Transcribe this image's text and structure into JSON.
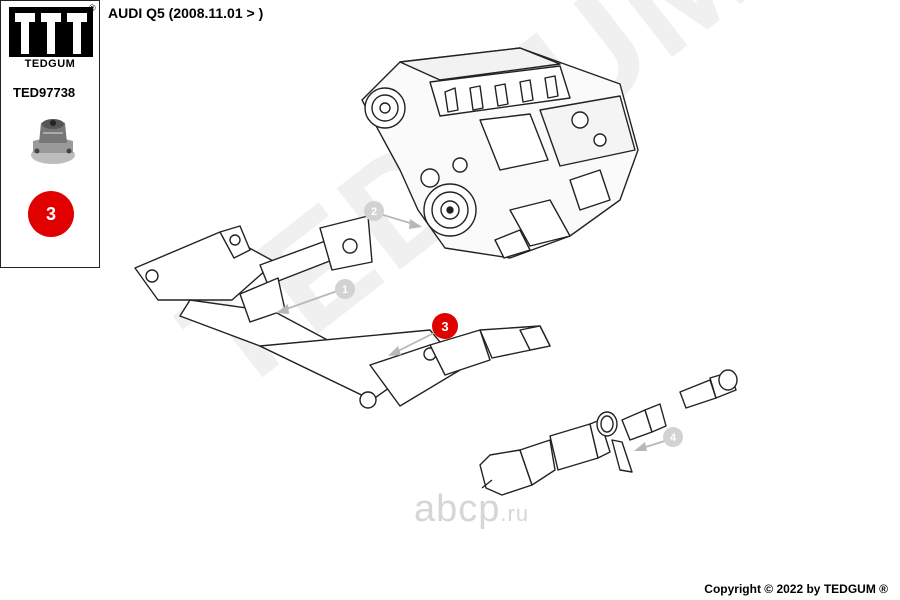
{
  "brand": {
    "name": "TEDGUM",
    "registered_mark": "®",
    "watermark_text": "TEDGUM"
  },
  "part": {
    "number": "TED97738",
    "badge": "3"
  },
  "title": "AUDI Q5 (2008.11.01 > )",
  "callouts": [
    {
      "id": "1",
      "label": "1",
      "style": "grey"
    },
    {
      "id": "2",
      "label": "2",
      "style": "grey"
    },
    {
      "id": "3",
      "label": "3",
      "style": "red"
    },
    {
      "id": "4",
      "label": "4",
      "style": "grey"
    }
  ],
  "site_watermark": {
    "text": "abcp",
    "suffix": ".ru"
  },
  "copyright": "Copyright © 2022 by TEDGUM ®",
  "colors": {
    "accent_red": "#e00000",
    "callout_grey": "#d2d2d2",
    "watermark_grey": "#ededed"
  }
}
